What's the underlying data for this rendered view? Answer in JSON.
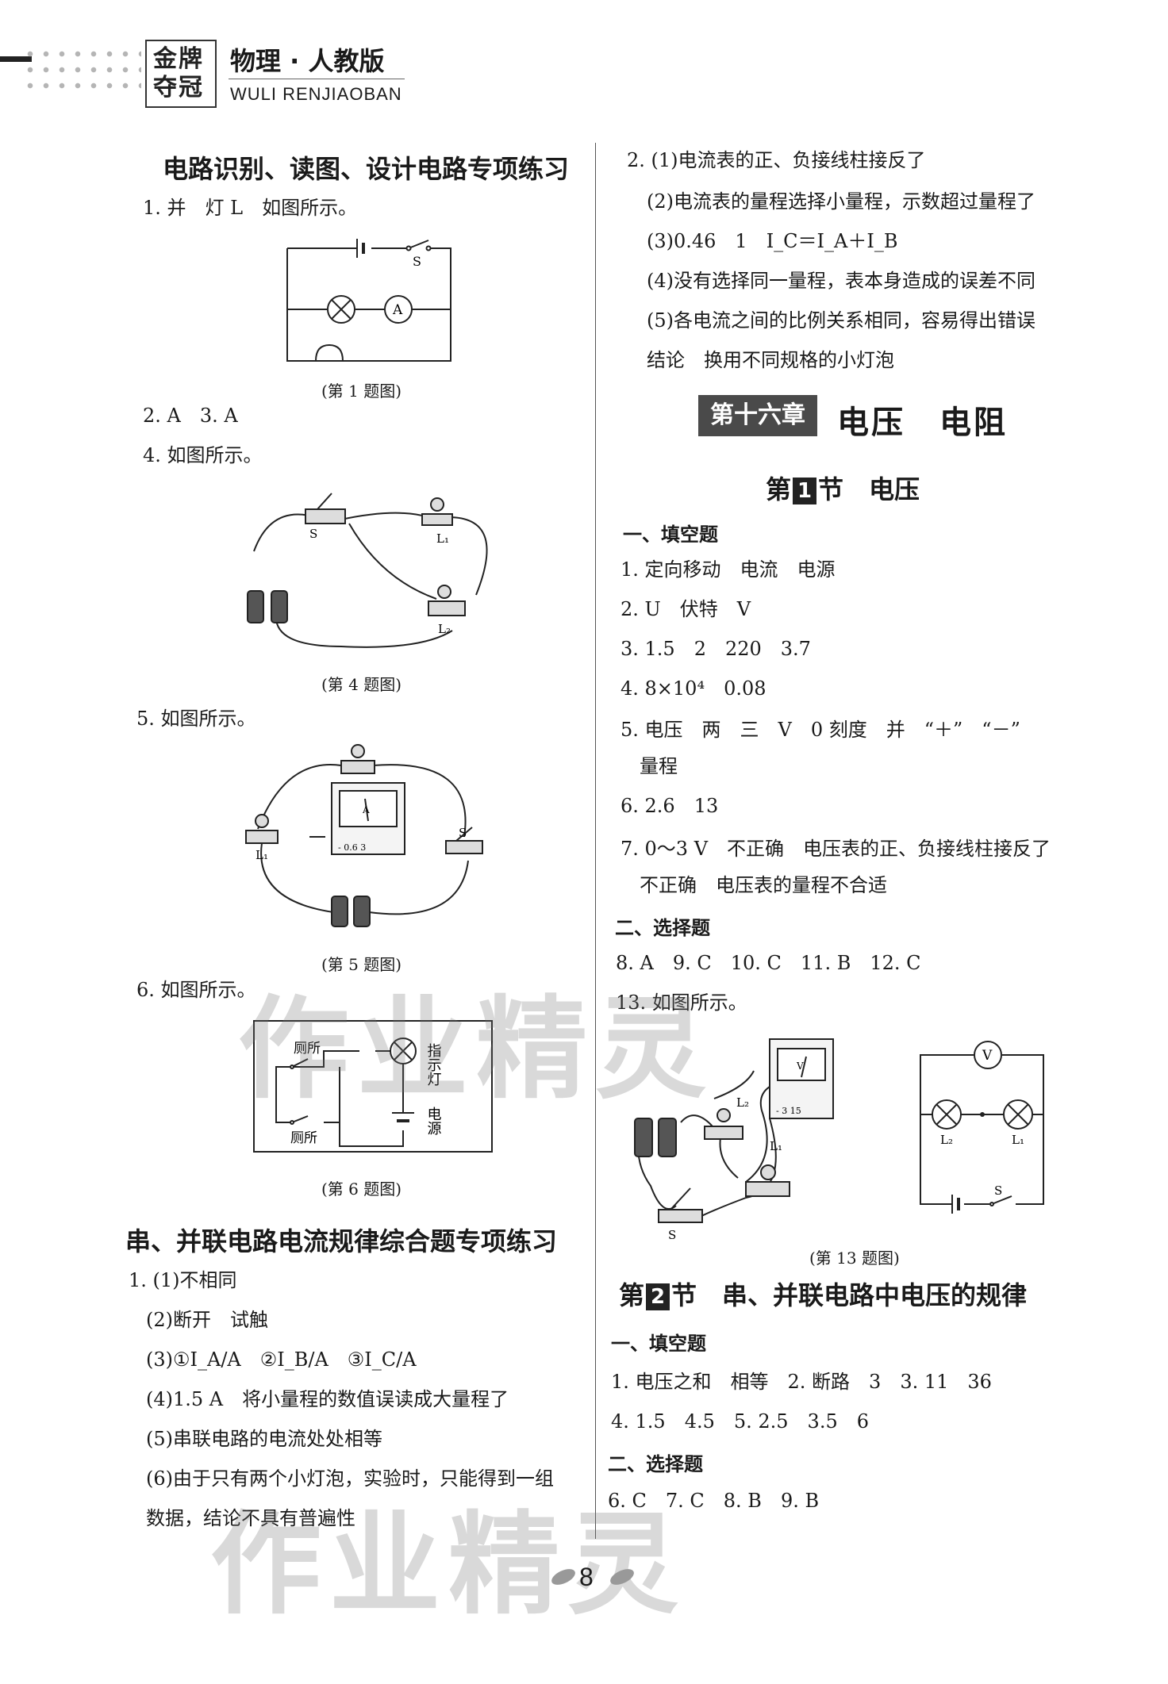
{
  "header": {
    "brand_line1": "金牌",
    "brand_line2": "夺冠",
    "subject": "物理 · 人教版",
    "pinyin": "WULI RENJIAOBAN"
  },
  "left": {
    "title1": "电路识别、读图、设计电路专项练习",
    "q1": "1. 并　灯 L　如图所示。",
    "cap1": "(第 1 题图)",
    "q23": "2. A　3. A",
    "q4": "4. 如图所示。",
    "cap4": "(第 4 题图)",
    "q5": "5. 如图所示。",
    "cap5": "(第 5 题图)",
    "q6": "6. 如图所示。",
    "cap6": "(第 6 题图)",
    "title2": "串、并联电路电流规律综合题专项练习",
    "a1": "1. (1)不相同",
    "a2": "(2)断开　试触",
    "a3": "(3)①I_A/A　②I_B/A　③I_C/A",
    "a4": "(4)1.5 A　将小量程的数值误读成大量程了",
    "a5": "(5)串联电路的电流处处相等",
    "a6": "(6)由于只有两个小灯泡，实验时，只能得到一组",
    "a7": "数据，结论不具有普遍性"
  },
  "right": {
    "b1": "2. (1)电流表的正、负接线柱接反了",
    "b2": "(2)电流表的量程选择小量程，示数超过量程了",
    "b3": "(3)0.46　1　I_C＝I_A＋I_B",
    "b4": "(4)没有选择同一量程，表本身造成的误差不同",
    "b5": "(5)各电流之间的比例关系相同，容易得出错误",
    "b6": "结论　换用不同规格的小灯泡",
    "chapter_label": "第十六章",
    "chapter_title": "电压　电阻",
    "sec1_pre": "第",
    "sec1_num": "1",
    "sec1_post": "节　电压",
    "fill": "一、填空题",
    "c1": "1. 定向移动　电流　电源",
    "c2": "2. U　伏特　V",
    "c3": "3. 1.5　2　220　3.7",
    "c4": "4. 8×10⁴　0.08",
    "c5": "5. 电压　两　三　V　0 刻度　并　“＋”　“－”",
    "c5b": "量程",
    "c6": "6. 2.6　13",
    "c7": "7. 0～3 V　不正确　电压表的正、负接线柱接反了",
    "c7b": "不正确　电压表的量程不合适",
    "choice": "二、选择题",
    "c8": "8. A　9. C　10. C　11. B　12. C",
    "c13": "13. 如图所示。",
    "cap13": "(第 13 题图)",
    "sec2_pre": "第",
    "sec2_num": "2",
    "sec2_post": "节　串、并联电路中电压的规律",
    "fill2": "一、填空题",
    "d1": "1. 电压之和　相等　2. 断路　3　3. 11　36",
    "d2": "4. 1.5　4.5　5. 2.5　3.5　6",
    "choice2": "二、选择题",
    "d3": "6. C　7. C　8. B　9. B"
  },
  "diagram_labels": {
    "s": "S",
    "a": "A",
    "v": "V",
    "l1": "L₁",
    "l2": "L₂",
    "toilet": "厕所",
    "indicator": "指示灯",
    "power": "电源",
    "meter_scale": "- 0.6 3",
    "meter_scale_v": "- 3 15"
  },
  "watermark": "作业精灵",
  "page_number": "8"
}
